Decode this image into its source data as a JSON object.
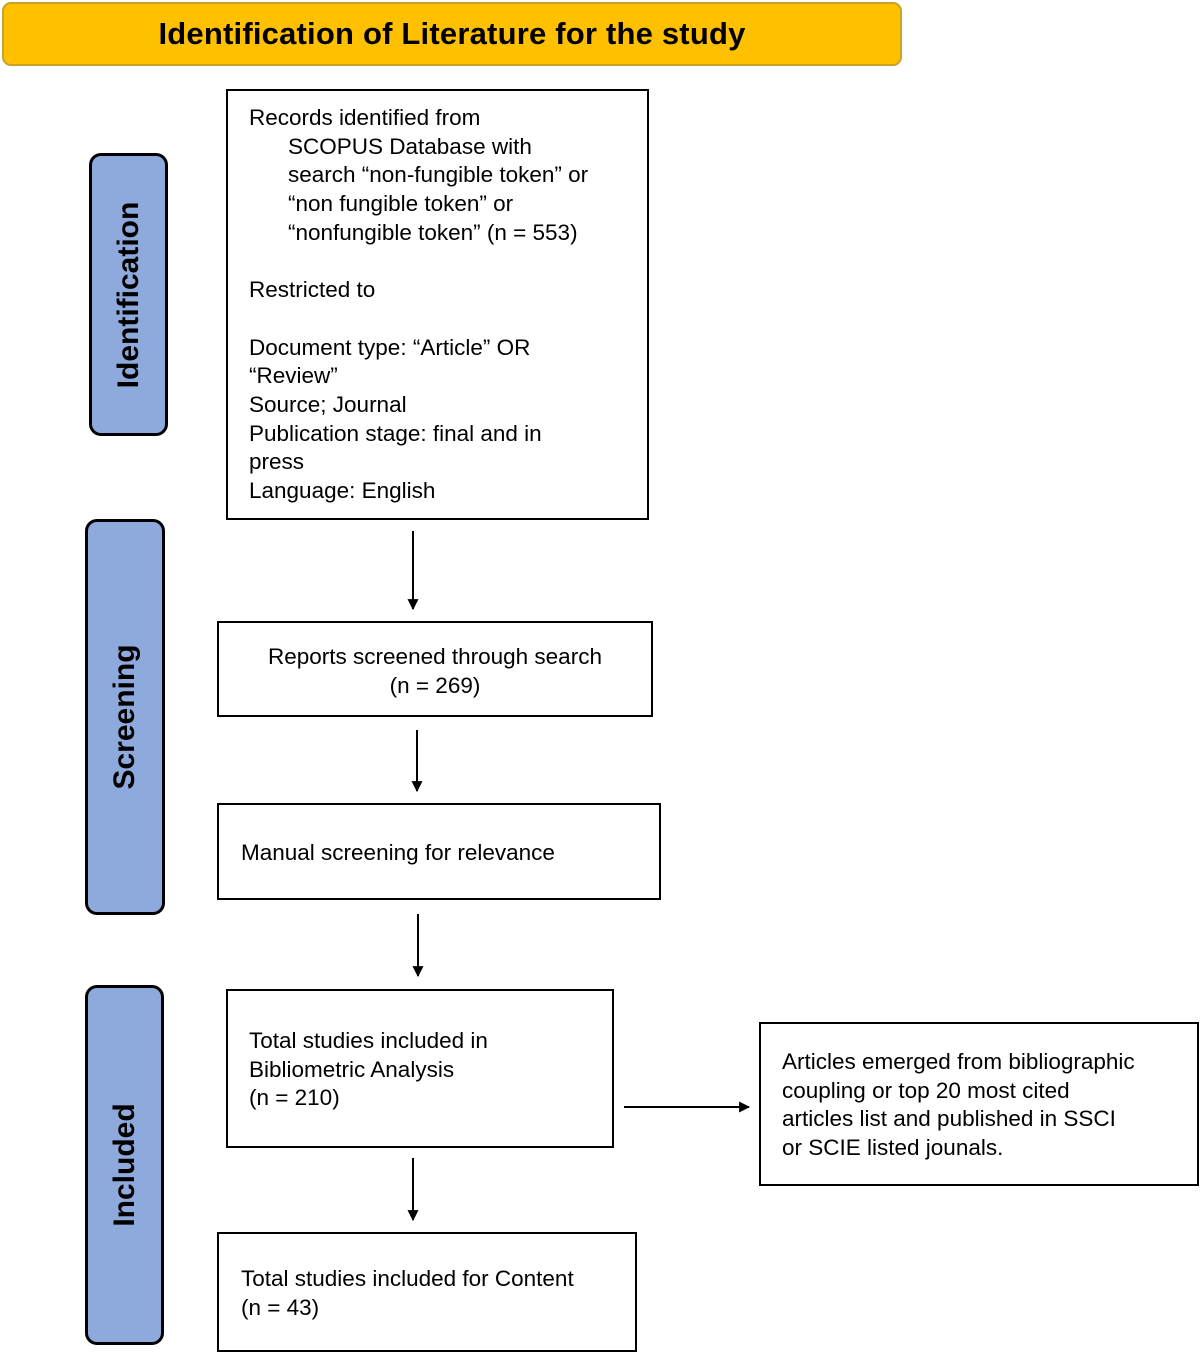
{
  "title": "Identification of Literature for the study",
  "stages": {
    "identification": "Identification",
    "screening": "Screening",
    "included": "Included"
  },
  "boxes": {
    "records": {
      "lines": [
        "Records identified from",
        "SCOPUS Database with",
        "search “non-fungible token” or",
        "“non fungible token” or",
        "“nonfungible token” (n = 553)",
        "Restricted to",
        "Document type: “Article” OR",
        "“Review”",
        "Source; Journal",
        "Publication stage: final and in",
        "press",
        "Language: English"
      ]
    },
    "reports_screened": {
      "lines": [
        "Reports screened through search",
        "(n = 269)"
      ]
    },
    "manual_screening": {
      "lines": [
        "Manual screening for relevance"
      ]
    },
    "bibliometric": {
      "lines": [
        "Total studies included in",
        "Bibliometric Analysis",
        "(n = 210)"
      ]
    },
    "articles_emerged": {
      "lines": [
        "Articles emerged from bibliographic",
        "coupling or top 20 most cited",
        "articles list and published in SSCI",
        "or SCIE listed jounals."
      ]
    },
    "content": {
      "lines": [
        "Total studies included for Content",
        "(n = 43)"
      ]
    }
  },
  "colors": {
    "title_fill": "#FFC000",
    "stage_fill": "#8EA9DB",
    "box_border": "#000000"
  }
}
